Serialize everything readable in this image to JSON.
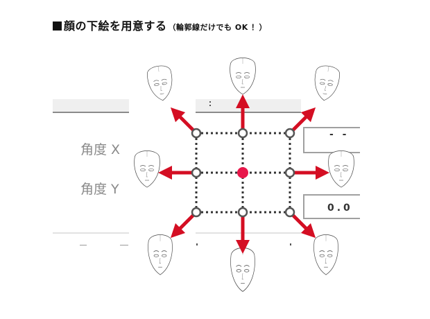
{
  "title": {
    "main": "顔の下絵を用意する",
    "note": "（輪郭線だけでも OK ！）"
  },
  "background_ui": {
    "label_angle_x": "角度 X",
    "label_angle_y": "角度 Y",
    "field_x_value": "- -",
    "field_y_value": "0.0"
  },
  "diagram": {
    "grid_points": 9,
    "center_color": "#e8174a",
    "arrow_color": "#d40e23",
    "faces": [
      {
        "position": "top-left",
        "direction": "up-left"
      },
      {
        "position": "top",
        "direction": "up"
      },
      {
        "position": "top-right",
        "direction": "up-right"
      },
      {
        "position": "left",
        "direction": "left"
      },
      {
        "position": "right",
        "direction": "right"
      },
      {
        "position": "bottom-left",
        "direction": "down-left"
      },
      {
        "position": "bottom",
        "direction": "down"
      },
      {
        "position": "bottom-right",
        "direction": "down-right"
      }
    ]
  }
}
